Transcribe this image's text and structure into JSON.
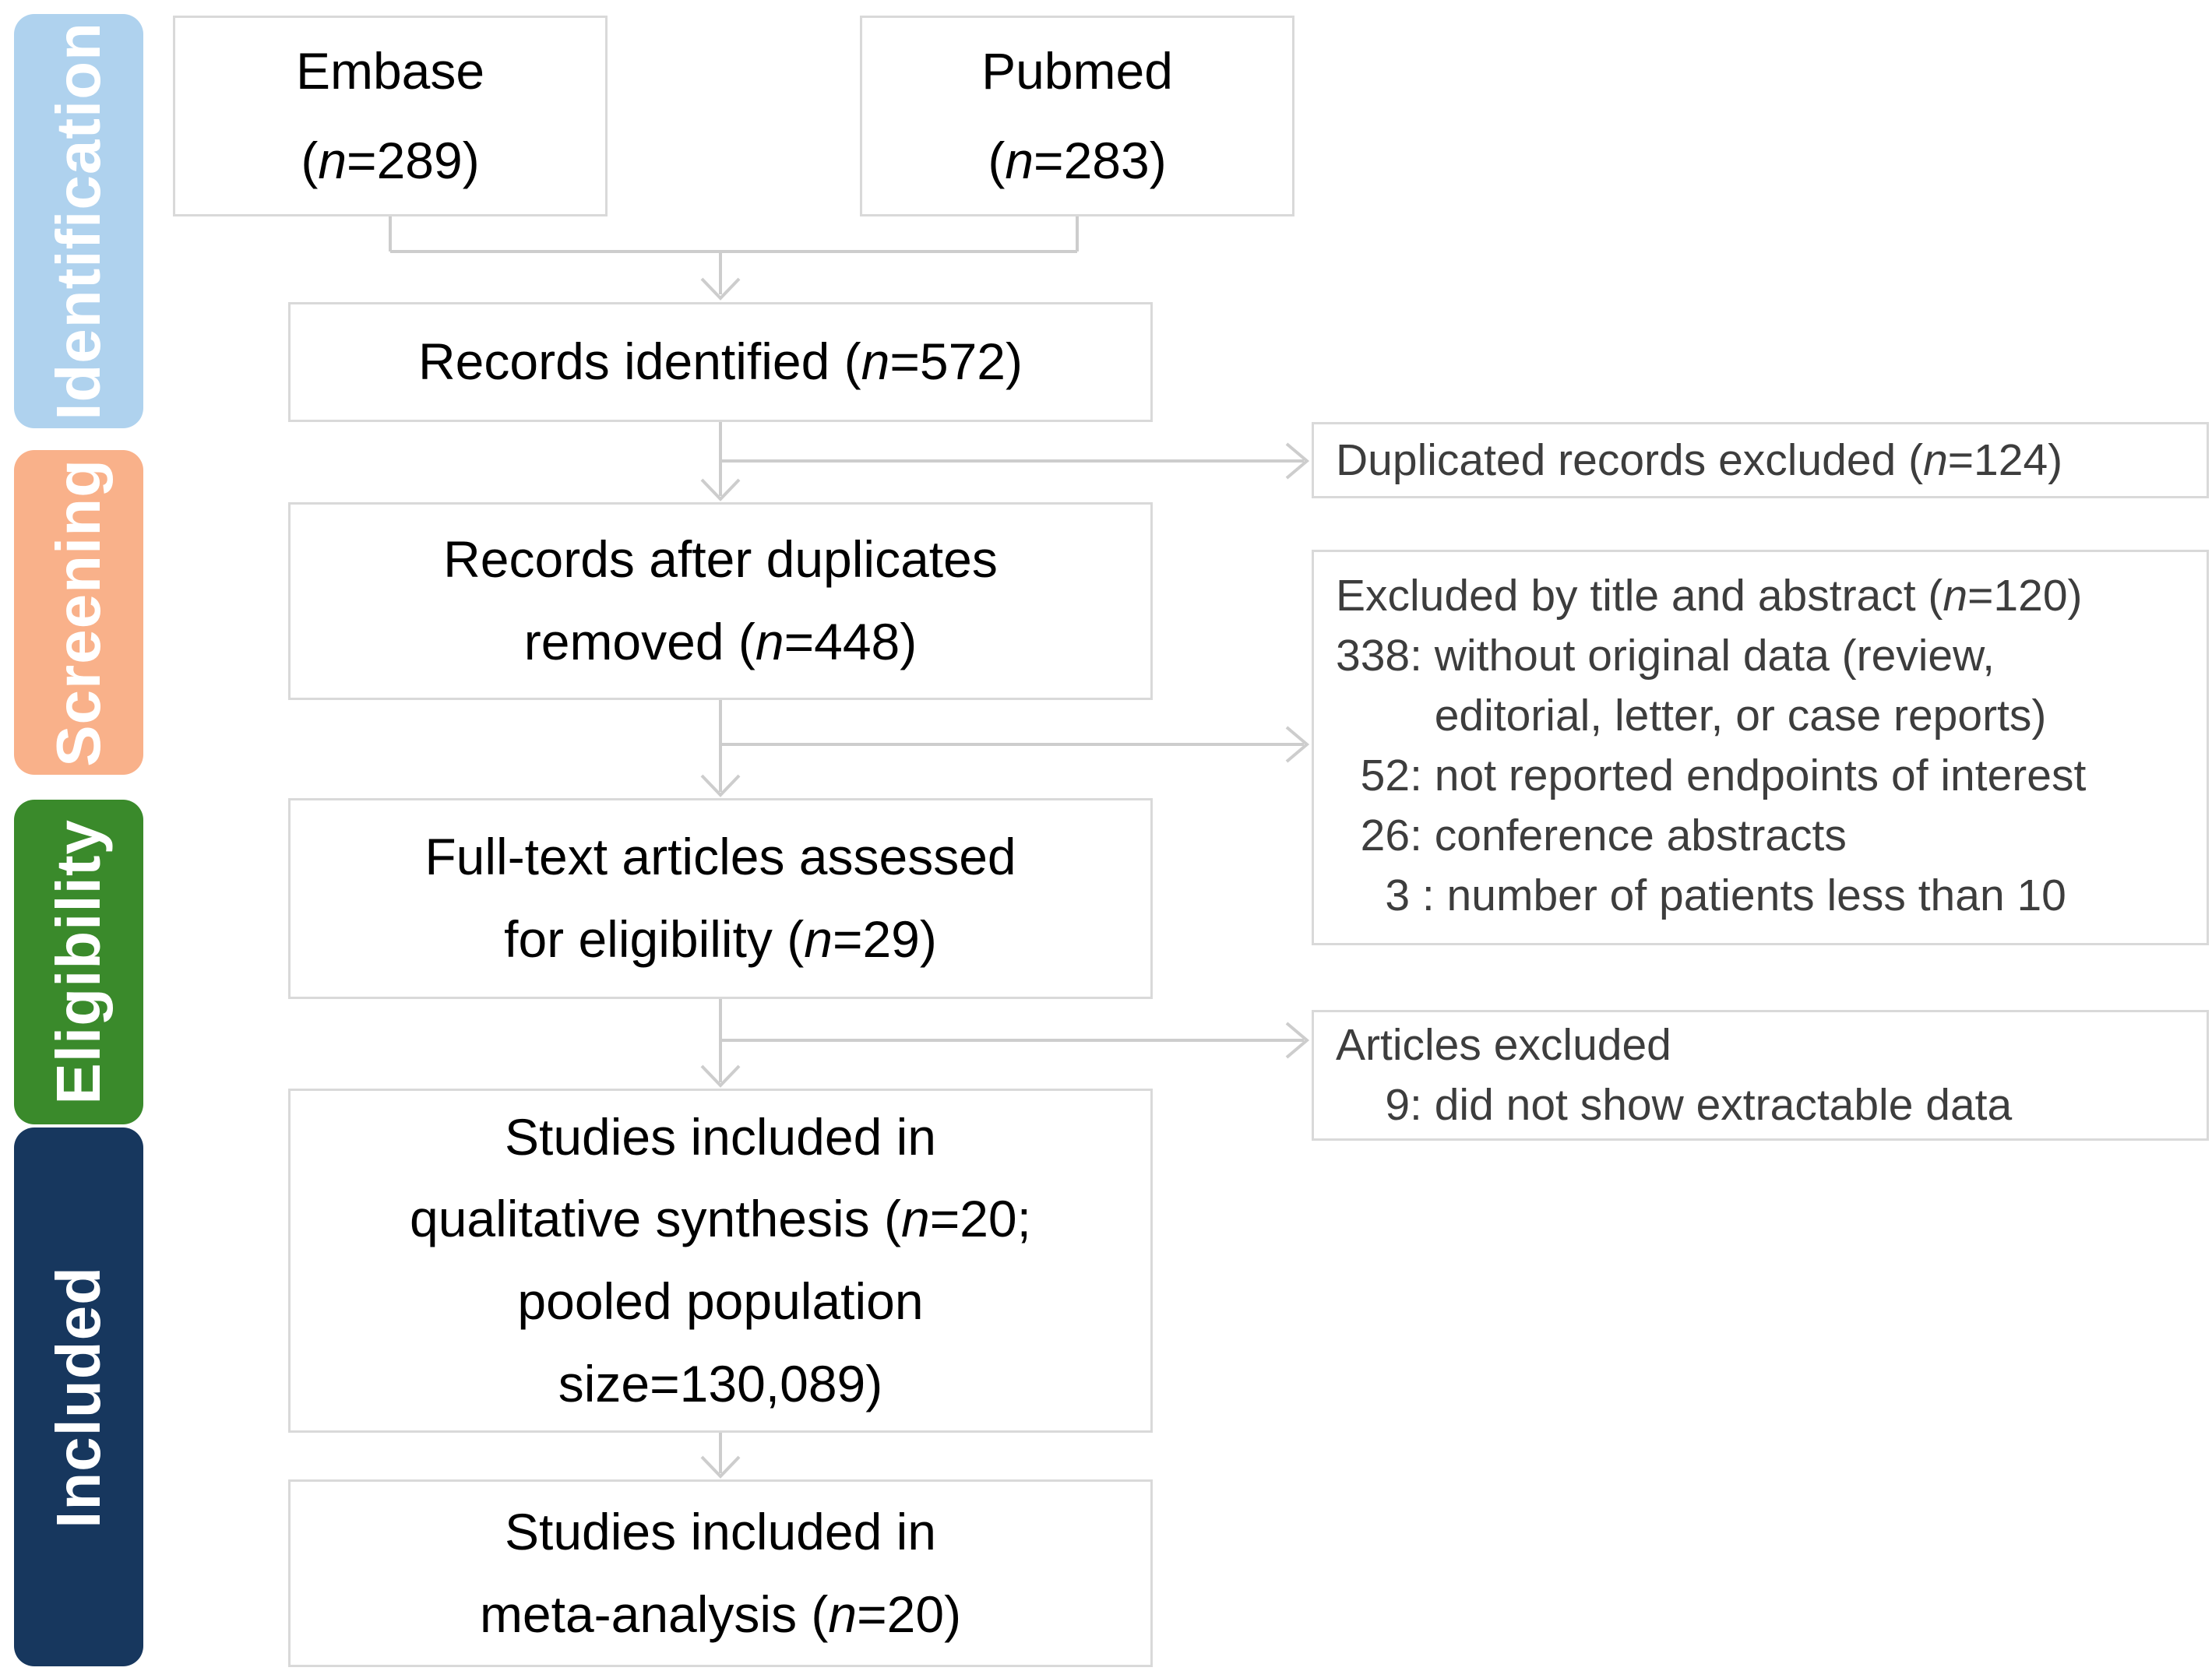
{
  "diagram": {
    "type": "prisma-flow",
    "line_color": "#cdcdcd",
    "stage_labels": [
      {
        "id": "identification",
        "label": "Identification",
        "color": "#afd2ee"
      },
      {
        "id": "screening",
        "label": "Screening",
        "color": "#f9b18a"
      },
      {
        "id": "eligibility",
        "label": "Eligibility",
        "color": "#3a8a2b"
      },
      {
        "id": "included",
        "label": "Included",
        "color": "#17375e"
      }
    ],
    "boxes": {
      "embase": {
        "lines": [
          "Embase",
          "(n=289)"
        ]
      },
      "pubmed": {
        "lines": [
          "Pubmed",
          "(n=283)"
        ]
      },
      "records_identified": {
        "lines": [
          "Records identified (n=572)"
        ]
      },
      "records_after_duplicates": {
        "lines": [
          "Records after duplicates",
          "removed (n=448)"
        ]
      },
      "fulltext_assessed": {
        "lines": [
          "Full-text articles assessed",
          "for eligibility (n=29)"
        ]
      },
      "qualitative_synthesis": {
        "lines": [
          "Studies included in",
          "qualitative synthesis (n=20;",
          "pooled population",
          "size=130,089)"
        ]
      },
      "meta_analysis": {
        "lines": [
          "Studies included in",
          "meta-analysis (n=20)"
        ]
      },
      "duplicates_excluded": {
        "lines": [
          "Duplicated records excluded (n=124)"
        ]
      },
      "title_abstract_excluded": {
        "lines": [
          "Excluded by title and abstract (n=120)",
          "338: without original data (review,",
          "        editorial, letter, or case reports)",
          "  52: not reported endpoints of interest",
          "  26: conference abstracts",
          "    3 : number of patients less than 10"
        ]
      },
      "articles_excluded": {
        "lines": [
          "Articles excluded",
          "    9: did not show extractable data"
        ]
      }
    }
  }
}
